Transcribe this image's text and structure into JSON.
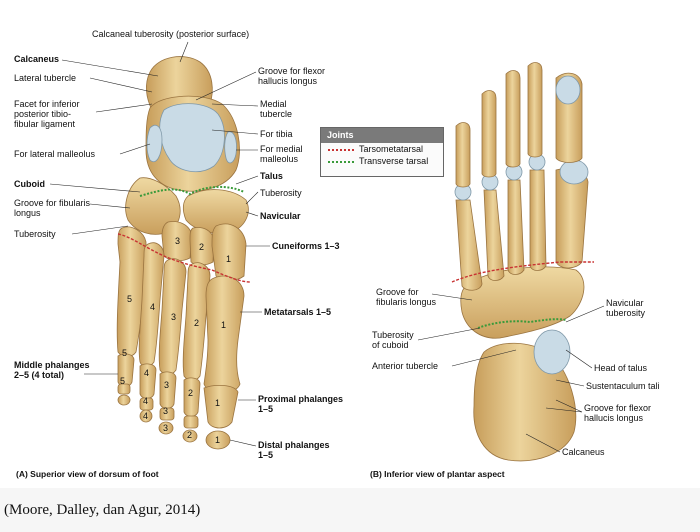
{
  "title": "Calcaneal tuberosity (posterior surface)",
  "citation": "(Moore, Dalley, dan Agur, 2014)",
  "colors": {
    "bone": "#e3c587",
    "bone_dark": "#b8904f",
    "cartilage": "#c9dbe6",
    "tarsometatarsal": "#c83232",
    "transverse_tarsal": "#3a9a3a",
    "leader": "#222222"
  },
  "left_labels": {
    "calcaneus": "Calcaneus",
    "lateral_tubercle": "Lateral tubercle",
    "facet": "Facet for inferior\nposterior tibio-\nfibular ligament",
    "lateral_malleolus": "For lateral malleolus",
    "cuboid": "Cuboid",
    "groove_fibularis": "Groove for fibularis\nlongus",
    "tuberosity": "Tuberosity",
    "middle_phalanges": "Middle phalanges\n2–5 (4 total)"
  },
  "center_labels": {
    "groove_flexor": "Groove for flexor\nhallucis longus",
    "medial_tubercle": "Medial\ntubercle",
    "for_tibia": "For tibia",
    "for_medial_malleolus": "For medial\nmalleolus",
    "talus": "Talus",
    "tuberosity": "Tuberosity",
    "navicular": "Navicular",
    "cuneiforms": "Cuneiforms 1–3",
    "metatarsals": "Metatarsals 1–5",
    "proximal_phalanges": "Proximal phalanges\n1–5",
    "distal_phalanges": "Distal phalanges\n1–5"
  },
  "legend": {
    "header": "Joints",
    "items": [
      "Tarsometatarsal",
      "Transverse tarsal"
    ]
  },
  "right_labels": {
    "groove_fibularis": "Groove for\nfibularis longus",
    "tuberosity_cuboid": "Tuberosity\nof cuboid",
    "anterior_tubercle": "Anterior tubercle",
    "navicular_tuberosity": "Navicular\ntuberosity",
    "head_talus": "Head of talus",
    "sustentaculum": "Sustentaculum tali",
    "groove_flexor": "Groove for flexor\nhallucis longus",
    "calcaneus": "Calcaneus"
  },
  "bone_numbers": {
    "cuneiforms": [
      "3",
      "2",
      "1"
    ],
    "metatarsals": [
      "5",
      "4",
      "3",
      "2",
      "1"
    ],
    "proximal_phalanges": [
      "5",
      "4",
      "3",
      "2",
      "1"
    ],
    "middle_phalanges": [
      "5",
      "4",
      "3"
    ],
    "distal_phalanges": [
      "4",
      "3",
      "2",
      "1"
    ]
  },
  "captions": {
    "a": "(A) Superior view of dorsum of foot",
    "b": "(B) Inferior view of plantar aspect"
  }
}
